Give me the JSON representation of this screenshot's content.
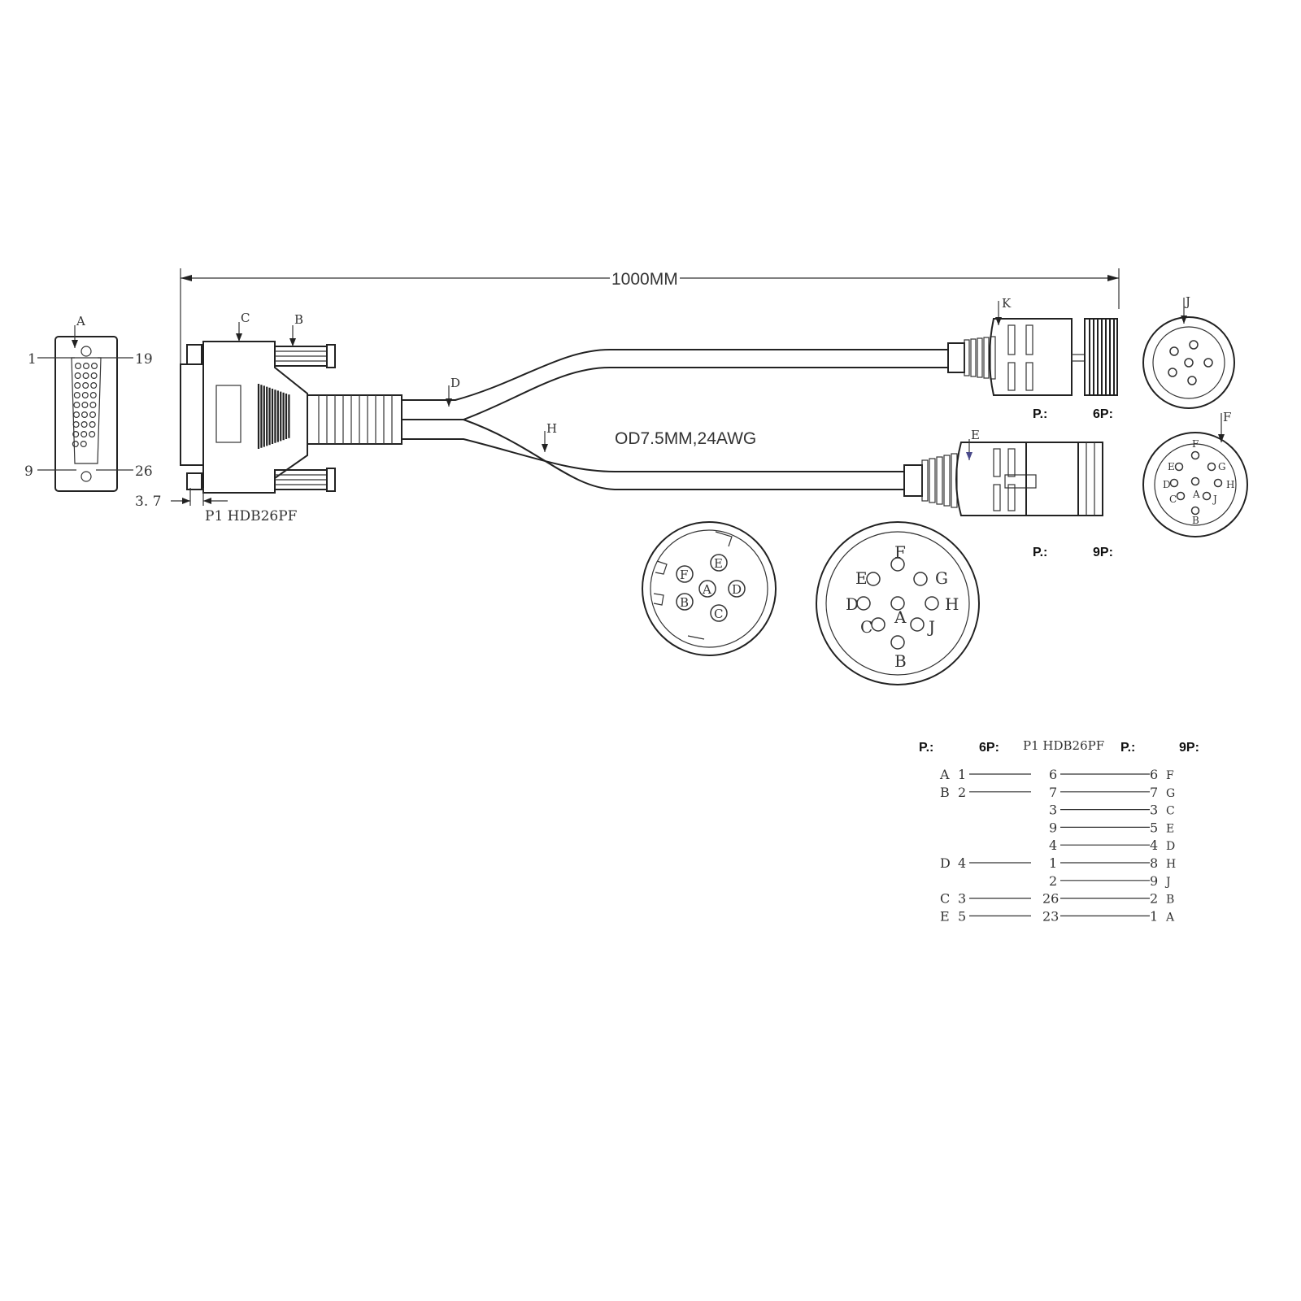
{
  "colors": {
    "line": "#222222",
    "accent": "#4a4a8a"
  },
  "dimension": {
    "length_label": "1000MM"
  },
  "cable_spec": "OD7.5MM,24AWG",
  "main_connector": {
    "name": "P1 HDB26PF",
    "pin_labels": {
      "top_left": "1",
      "top_right": "19",
      "bottom_left": "9",
      "bottom_right": "26"
    },
    "offset_label": "3. 7",
    "callouts": {
      "face": "A",
      "shell": "C",
      "screw": "B"
    }
  },
  "branch_callouts": {
    "split": "D",
    "lower": "H",
    "conn6": "K",
    "conn9": "E",
    "face6": "J",
    "face9": "F"
  },
  "connector_6p": {
    "caption_prefix": "P.:",
    "caption_name": "6P:",
    "pins": [
      "F",
      "E",
      "A",
      "D",
      "B",
      "C"
    ]
  },
  "connector_9p": {
    "caption_prefix": "P.:",
    "caption_name": "9P:",
    "pins": [
      "F",
      "E",
      "G",
      "D",
      "A",
      "H",
      "C",
      "J",
      "B"
    ]
  },
  "wiring_table": {
    "headers": {
      "p6_prefix": "P.:",
      "p6_name": "6P:",
      "p1": "P1 HDB26PF",
      "p9_prefix": "P.:",
      "p9_name": "9P:"
    },
    "rows": [
      {
        "l6": "A",
        "n6": "1",
        "p1": "6",
        "n9": "6",
        "l9": "F"
      },
      {
        "l6": "B",
        "n6": "2",
        "p1": "7",
        "n9": "7",
        "l9": "G"
      },
      {
        "l6": "",
        "n6": "",
        "p1": "3",
        "n9": "3",
        "l9": "C"
      },
      {
        "l6": "",
        "n6": "",
        "p1": "9",
        "n9": "5",
        "l9": "E"
      },
      {
        "l6": "",
        "n6": "",
        "p1": "4",
        "n9": "4",
        "l9": "D"
      },
      {
        "l6": "D",
        "n6": "4",
        "p1": "1",
        "n9": "8",
        "l9": "H"
      },
      {
        "l6": "",
        "n6": "",
        "p1": "2",
        "n9": "9",
        "l9": "J"
      },
      {
        "l6": "C",
        "n6": "3",
        "p1": "26",
        "n9": "2",
        "l9": "B"
      },
      {
        "l6": "E",
        "n6": "5",
        "p1": "23",
        "n9": "1",
        "l9": "A"
      }
    ]
  }
}
